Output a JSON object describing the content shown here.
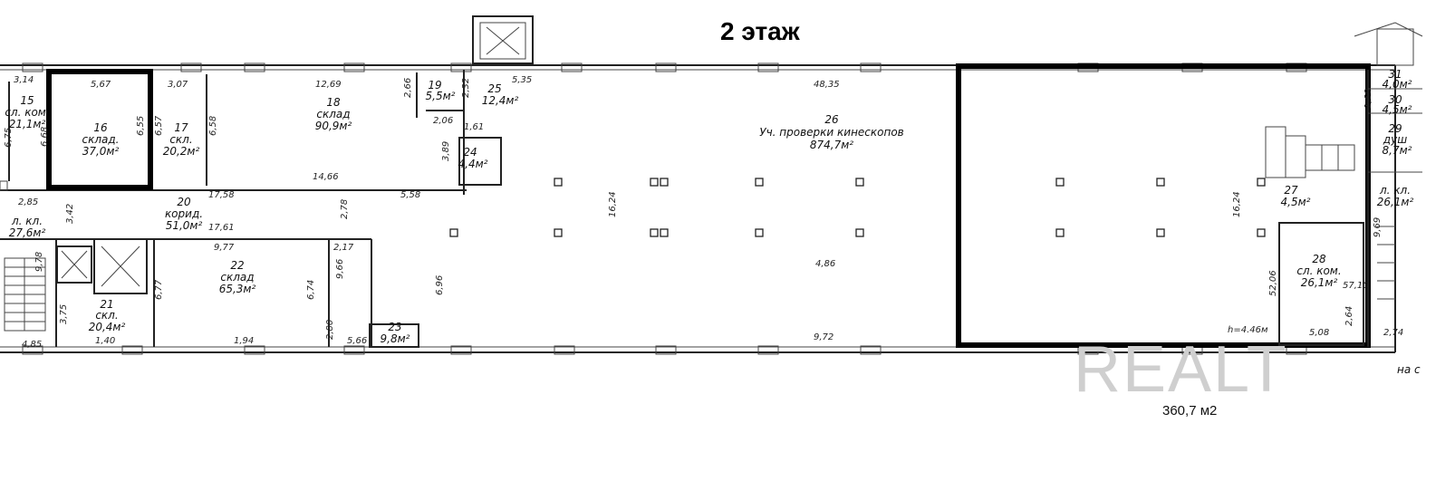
{
  "title": "2 этаж",
  "area_caption": "360,7 м2",
  "watermark": "REALT",
  "edge_text": "на с",
  "height_note": "h=4.46м",
  "rooms": [
    {
      "num": "15",
      "name": "сл. ком.",
      "area": "21,1м²"
    },
    {
      "num": "16",
      "name": "склад.",
      "area": "37,0м²"
    },
    {
      "num": "17",
      "name": "скл.",
      "area": "20,2м²"
    },
    {
      "num": "18",
      "name": "склад",
      "area": "90,9м²"
    },
    {
      "num": "19",
      "name": "",
      "area": "5,5м²"
    },
    {
      "num": "25",
      "name": "",
      "area": "12,4м²"
    },
    {
      "num": "24",
      "name": "",
      "area": "4,4м²"
    },
    {
      "num": "26",
      "name": "Уч. проверки кинескопов",
      "area": "874,7м²"
    },
    {
      "num": "20",
      "name": "корид.",
      "area": "51,0м²"
    },
    {
      "num": "",
      "name": "л. кл.",
      "area": "27,6м²"
    },
    {
      "num": "21",
      "name": "скл.",
      "area": "20,4м²"
    },
    {
      "num": "22",
      "name": "склад",
      "area": "65,3м²"
    },
    {
      "num": "23",
      "name": "",
      "area": "9,8м²"
    },
    {
      "num": "27",
      "name": "",
      "area": "4,5м²"
    },
    {
      "num": "28",
      "name": "сл. ком.",
      "area": "26,1м²"
    },
    {
      "num": "31",
      "name": "",
      "area": "4,0м²"
    },
    {
      "num": "30",
      "name": "",
      "area": "4,5м²"
    },
    {
      "num": "29",
      "name": "душ",
      "area": "8,7м²"
    },
    {
      "num": "",
      "name": "л. кл.",
      "area": "26,1м²"
    }
  ],
  "dimensions": [
    "3,14",
    "5,67",
    "3,07",
    "12,69",
    "2,66",
    "2,32",
    "5,35",
    "48,35",
    "6,75",
    "6,68",
    "6,55",
    "6,57",
    "6,58",
    "2,06",
    "1,61",
    "3,89",
    "16,24",
    "1,60",
    "2,85",
    "3,42",
    "17,58",
    "14,66",
    "5,58",
    "2,78",
    "17,61",
    "9,77",
    "2,17",
    "9,78",
    "9,69",
    "6,77",
    "3,75",
    "6,74",
    "4,86",
    "9,66",
    "57,10",
    "6,96",
    "1,40",
    "1,94",
    "5,66",
    "9,72",
    "5,08",
    "52,06",
    "4,85",
    "2,74",
    "2,80",
    "2,64",
    "16,24"
  ]
}
